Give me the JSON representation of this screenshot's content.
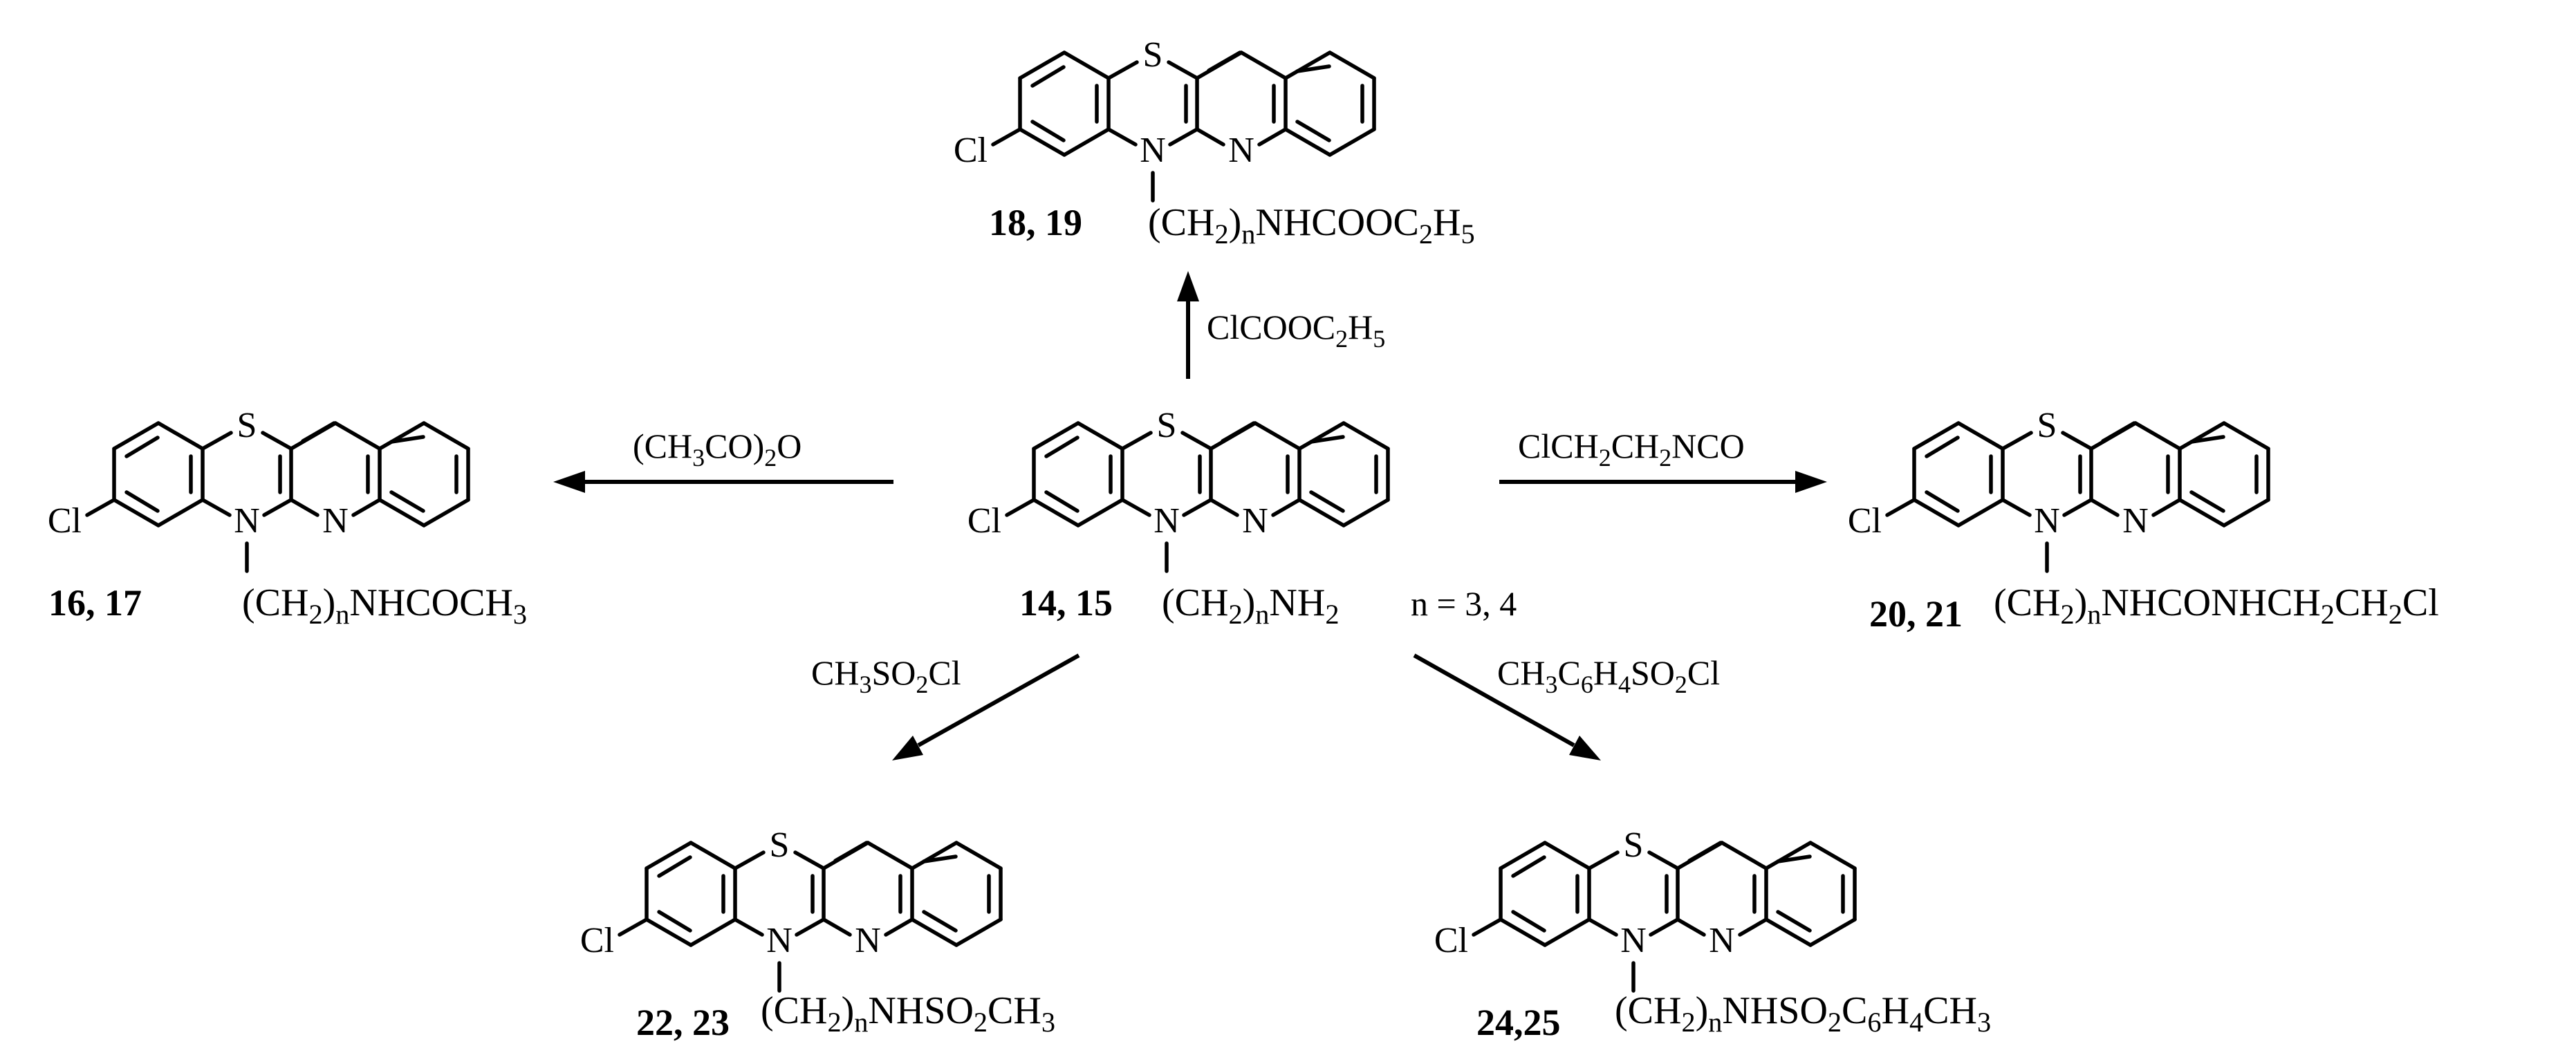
{
  "atoms": {
    "sulfur": "S",
    "nitrogen": "N",
    "chlorine": "Cl"
  },
  "center": {
    "label": "14, 15",
    "chain": [
      [
        "(CH",
        "t"
      ],
      [
        "2",
        "sub"
      ],
      [
        ")",
        "t"
      ],
      [
        "n",
        "sub"
      ],
      [
        "NH",
        "t"
      ],
      [
        "2",
        "sub"
      ]
    ],
    "note": "n = 3, 4"
  },
  "products": [
    {
      "id": "top",
      "label": "18, 19",
      "chain": [
        [
          "(CH",
          "t"
        ],
        [
          "2",
          "sub"
        ],
        [
          ")",
          "t"
        ],
        [
          "n",
          "sub"
        ],
        [
          "NHCOOC",
          "t"
        ],
        [
          "2",
          "sub"
        ],
        [
          "H",
          "t"
        ],
        [
          "5",
          "sub"
        ]
      ]
    },
    {
      "id": "left",
      "label": "16, 17",
      "chain": [
        [
          "(CH",
          "t"
        ],
        [
          "2",
          "sub"
        ],
        [
          ")",
          "t"
        ],
        [
          "n",
          "sub"
        ],
        [
          "NHCOCH",
          "t"
        ],
        [
          "3",
          "sub"
        ]
      ]
    },
    {
      "id": "right",
      "label": "20, 21",
      "chain": [
        [
          "(CH",
          "t"
        ],
        [
          "2",
          "sub"
        ],
        [
          ")",
          "t"
        ],
        [
          "n",
          "sub"
        ],
        [
          "NHCONHCH",
          "t"
        ],
        [
          "2",
          "sub"
        ],
        [
          "CH",
          "t"
        ],
        [
          "2",
          "sub"
        ],
        [
          "Cl",
          "t"
        ]
      ]
    },
    {
      "id": "bottom-left",
      "label": "22, 23",
      "chain": [
        [
          "(CH",
          "t"
        ],
        [
          "2",
          "sub"
        ],
        [
          ")",
          "t"
        ],
        [
          "n",
          "sub"
        ],
        [
          "NHSO",
          "t"
        ],
        [
          "2",
          "sub"
        ],
        [
          "CH",
          "t"
        ],
        [
          "3",
          "sub"
        ]
      ]
    },
    {
      "id": "bottom-right",
      "label": "24,25",
      "chain": [
        [
          "(CH",
          "t"
        ],
        [
          "2",
          "sub"
        ],
        [
          ")",
          "t"
        ],
        [
          "n",
          "sub"
        ],
        [
          "NHSO",
          "t"
        ],
        [
          "2",
          "sub"
        ],
        [
          "C",
          "t"
        ],
        [
          "6",
          "sub"
        ],
        [
          "H",
          "t"
        ],
        [
          "4",
          "sub"
        ],
        [
          "CH",
          "t"
        ],
        [
          "3",
          "sub"
        ]
      ]
    }
  ],
  "reagents": {
    "top": [
      [
        "ClCOOC",
        "t"
      ],
      [
        "2",
        "sub"
      ],
      [
        "H",
        "t"
      ],
      [
        "5",
        "sub"
      ]
    ],
    "left": [
      [
        "(CH",
        "t"
      ],
      [
        "3",
        "sub"
      ],
      [
        "CO)",
        "t"
      ],
      [
        "2",
        "sub"
      ],
      [
        "O",
        "t"
      ]
    ],
    "right": [
      [
        "ClCH",
        "t"
      ],
      [
        "2",
        "sub"
      ],
      [
        "CH",
        "t"
      ],
      [
        "2",
        "sub"
      ],
      [
        "NCO",
        "t"
      ]
    ],
    "bottom-left": [
      [
        "CH",
        "t"
      ],
      [
        "3",
        "sub"
      ],
      [
        "SO",
        "t"
      ],
      [
        "2",
        "sub"
      ],
      [
        "Cl",
        "t"
      ]
    ],
    "bottom-right": [
      [
        "CH",
        "t"
      ],
      [
        "3",
        "sub"
      ],
      [
        "C",
        "t"
      ],
      [
        "6",
        "sub"
      ],
      [
        "H",
        "t"
      ],
      [
        "4",
        "sub"
      ],
      [
        "SO",
        "t"
      ],
      [
        "2",
        "sub"
      ],
      [
        "Cl",
        "t"
      ]
    ]
  }
}
